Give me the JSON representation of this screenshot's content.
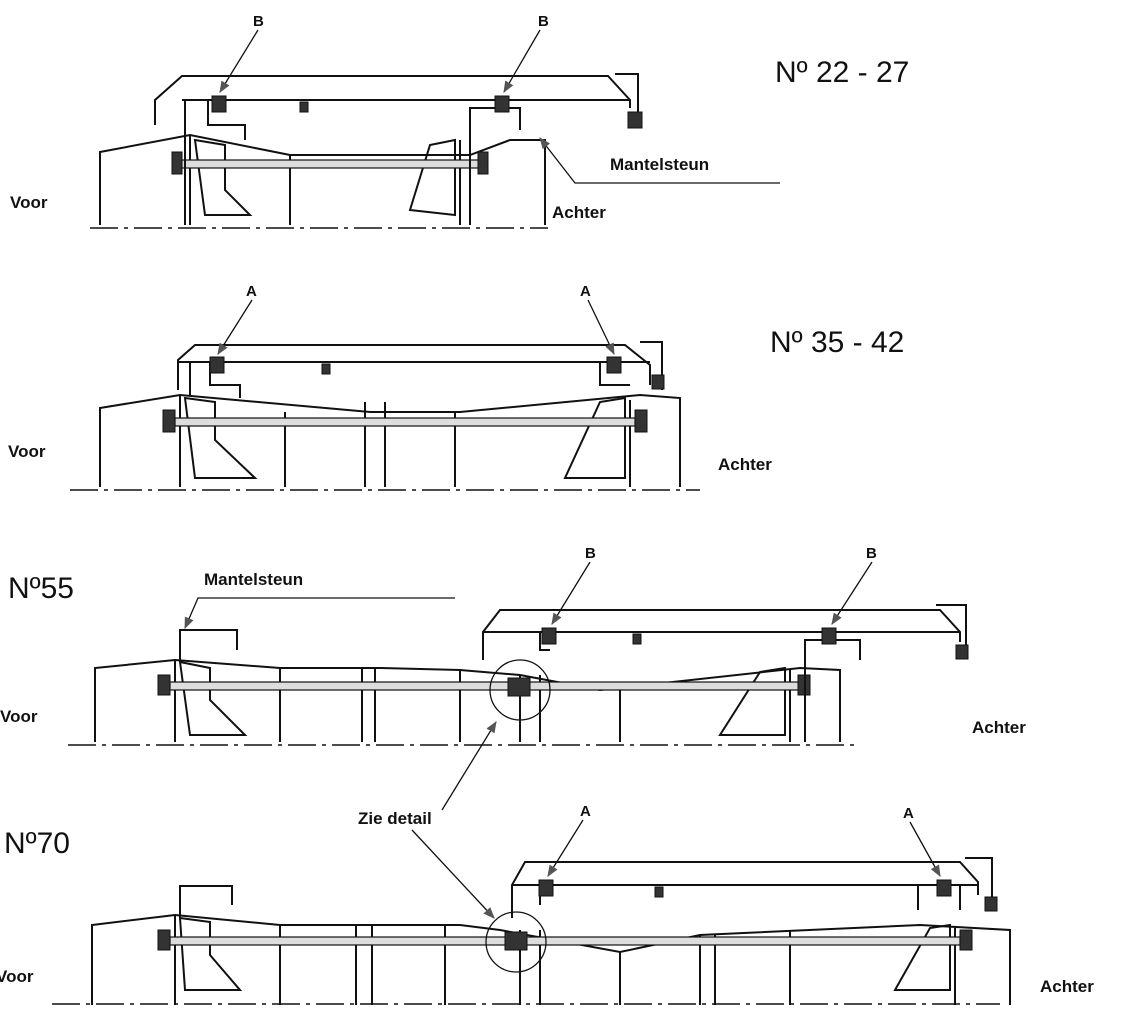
{
  "labels": {
    "voor": "Voor",
    "achter": "Achter",
    "mantelsteun": "Mantelsteun",
    "zie_detail": "Zie detail",
    "bolt_a": "A",
    "bolt_b": "B"
  },
  "sections": [
    {
      "model": "Nº 22 - 27"
    },
    {
      "model": "Nº 35 - 42"
    },
    {
      "model": "Nº55"
    },
    {
      "model": "Nº70"
    }
  ]
}
